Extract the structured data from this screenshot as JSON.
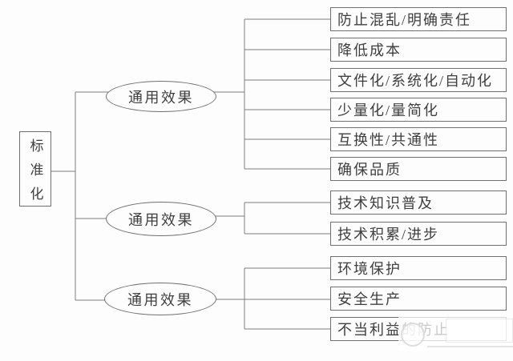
{
  "diagram": {
    "root": {
      "label": "标准化"
    },
    "branches": [
      {
        "label": "通用效果",
        "effects": [
          "防止混乱/明确责任",
          "降低成本",
          "文件化/系统化/自动化",
          "少量化/量简化",
          "互换性/共通性",
          "确保品质"
        ]
      },
      {
        "label": "通用效果",
        "effects": [
          "技术知识普及",
          "技术积累/进步"
        ]
      },
      {
        "label": "通用效果",
        "effects": [
          "环境保护",
          "安全生产",
          "不当利益的防止"
        ]
      }
    ],
    "colors": {
      "line": "#7d7d7d",
      "node_border": "#6f6f6f",
      "text": "#3e3e3e",
      "background": "#fdfdfd"
    }
  }
}
